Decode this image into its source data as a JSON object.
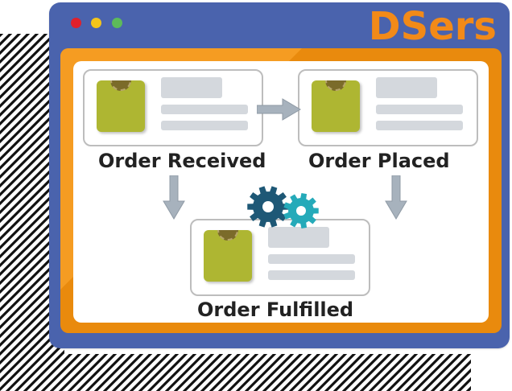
{
  "window": {
    "logo": "DSers",
    "colors": {
      "window": "#4a63ad",
      "frame": "#e98a0d",
      "logo": "#f28a18",
      "product": "#aeb632",
      "gear_dark": "#1e5876",
      "gear_light": "#25aab9"
    }
  },
  "flow": {
    "order_received": "Order Received",
    "order_placed": "Order Placed",
    "order_fulfilled": "Order Fulfilled"
  },
  "icons": [
    "product-image-icon",
    "right-arrow-icon",
    "down-arrow-icon",
    "gear-icon"
  ]
}
